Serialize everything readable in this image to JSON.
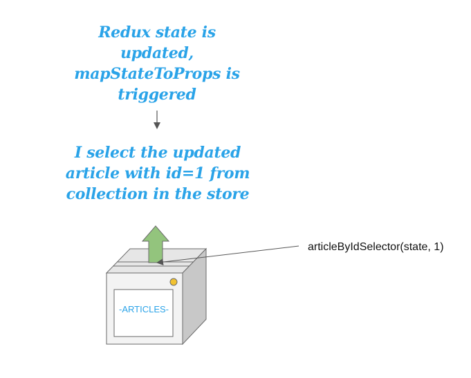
{
  "diagram": {
    "step_1": {
      "lines": [
        "Redux state is",
        "updated,",
        "mapStateToProps is",
        "triggered"
      ]
    },
    "step_2": {
      "lines": [
        "I select the updated",
        "article with id=1 from",
        "collection in the store"
      ]
    },
    "selector_call": "articleByIdSelector(state, 1)",
    "store_box_label": "-ARTICLES-"
  },
  "colors": {
    "text_accent": "#2aa3e8",
    "box_front": "#f3f3f3",
    "box_side": "#c8c8c8",
    "box_top": "#e6e6e6",
    "box_stroke": "#6a6a6a",
    "up_arrow_fill": "#93c47d",
    "indicator_light": "#f1c232",
    "connector": "#555555"
  },
  "icons": {
    "up_arrow": "up-arrow-icon",
    "store_box": "store-box-icon",
    "indicator": "indicator-light-icon"
  }
}
